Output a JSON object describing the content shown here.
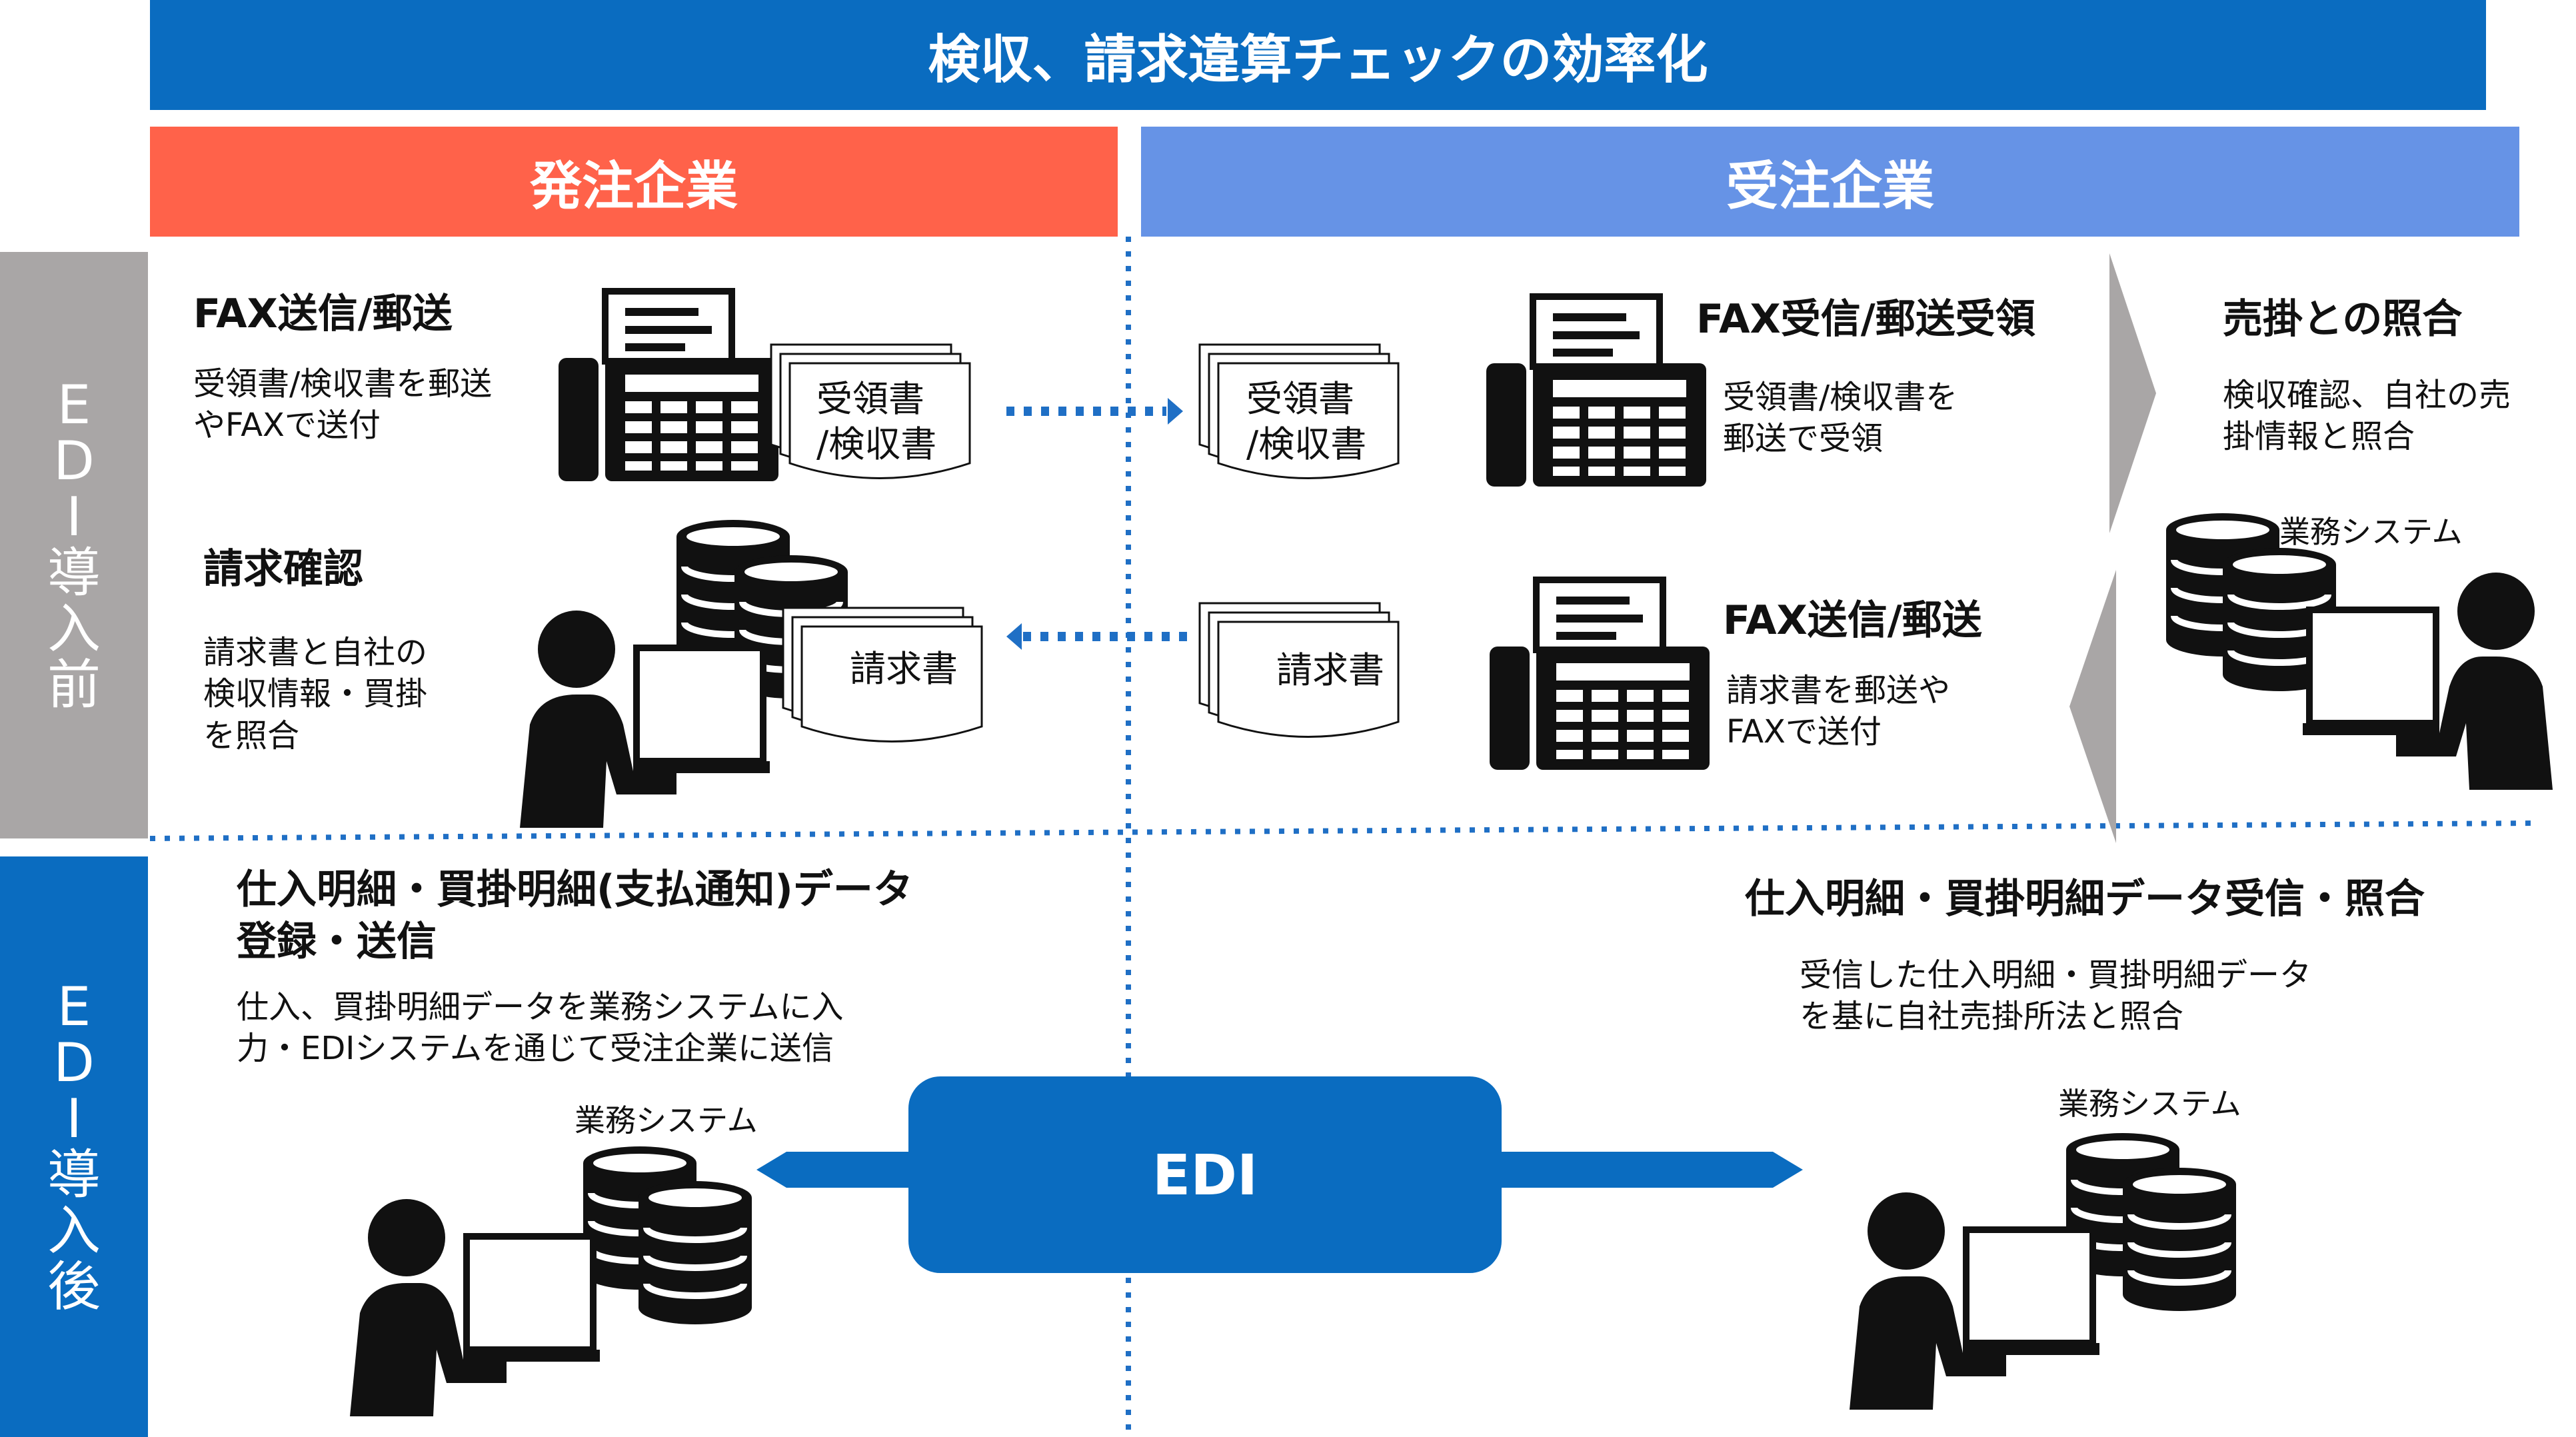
{
  "title": "検収、請求違算チェックの効率化",
  "colors": {
    "title_bg": "#0a6cc0",
    "orderer_bg": "#ff624a",
    "supplier_bg": "#6693e6",
    "before_bg": "#a9a6a6",
    "after_bg": "#0a6cc0",
    "dotted": "#1f6fc5",
    "edi_box": "#0a6cc0"
  },
  "columns": {
    "orderer": "発注企業",
    "supplier": "受注企業"
  },
  "rows": {
    "before": [
      "E",
      "D",
      "I",
      "導",
      "入",
      "前"
    ],
    "after": [
      "E",
      "D",
      "I",
      "導",
      "入",
      "後"
    ]
  },
  "before": {
    "orderer_fax": {
      "heading": "FAX送信/郵送",
      "text": "受領書/検収書を郵送\nやFAXで送付",
      "doc": "受領書\n/検収書",
      "icon": "fax-machine-icon"
    },
    "orderer_invoice": {
      "heading": "請求確認",
      "text": "請求書と自社の\n検収情報・買掛\nを照合",
      "doc": "請求書",
      "icon": "person-at-computer-icon"
    },
    "supplier_fax_receive": {
      "heading": "FAX受信/郵送受領",
      "text": "受領書/検収書を\n郵送で受領",
      "doc": "受領書\n/検収書",
      "icon": "fax-machine-icon"
    },
    "supplier_fax_send": {
      "heading": "FAX送信/郵送",
      "text": "請求書を郵送や\nFAXで送付",
      "doc": "請求書",
      "icon": "fax-machine-icon"
    },
    "supplier_match": {
      "heading": "売掛との照合",
      "text": "検収確認、自社の売\n掛情報と照合",
      "caption": "業務システム",
      "icon": "database-icon"
    }
  },
  "after": {
    "orderer": {
      "heading": "仕入明細・買掛明細(支払通知)データ\n登録・送信",
      "text": "仕入、買掛明細データを業務システムに入\n力・EDIシステムを通じて受注企業に送信",
      "caption": "業務システム"
    },
    "supplier": {
      "heading": "仕入明細・買掛明細データ受信・照合",
      "text": "受信した仕入明細・買掛明細データ\nを基に自社売掛所法と照合",
      "caption": "業務システム"
    },
    "edi": "EDI"
  }
}
